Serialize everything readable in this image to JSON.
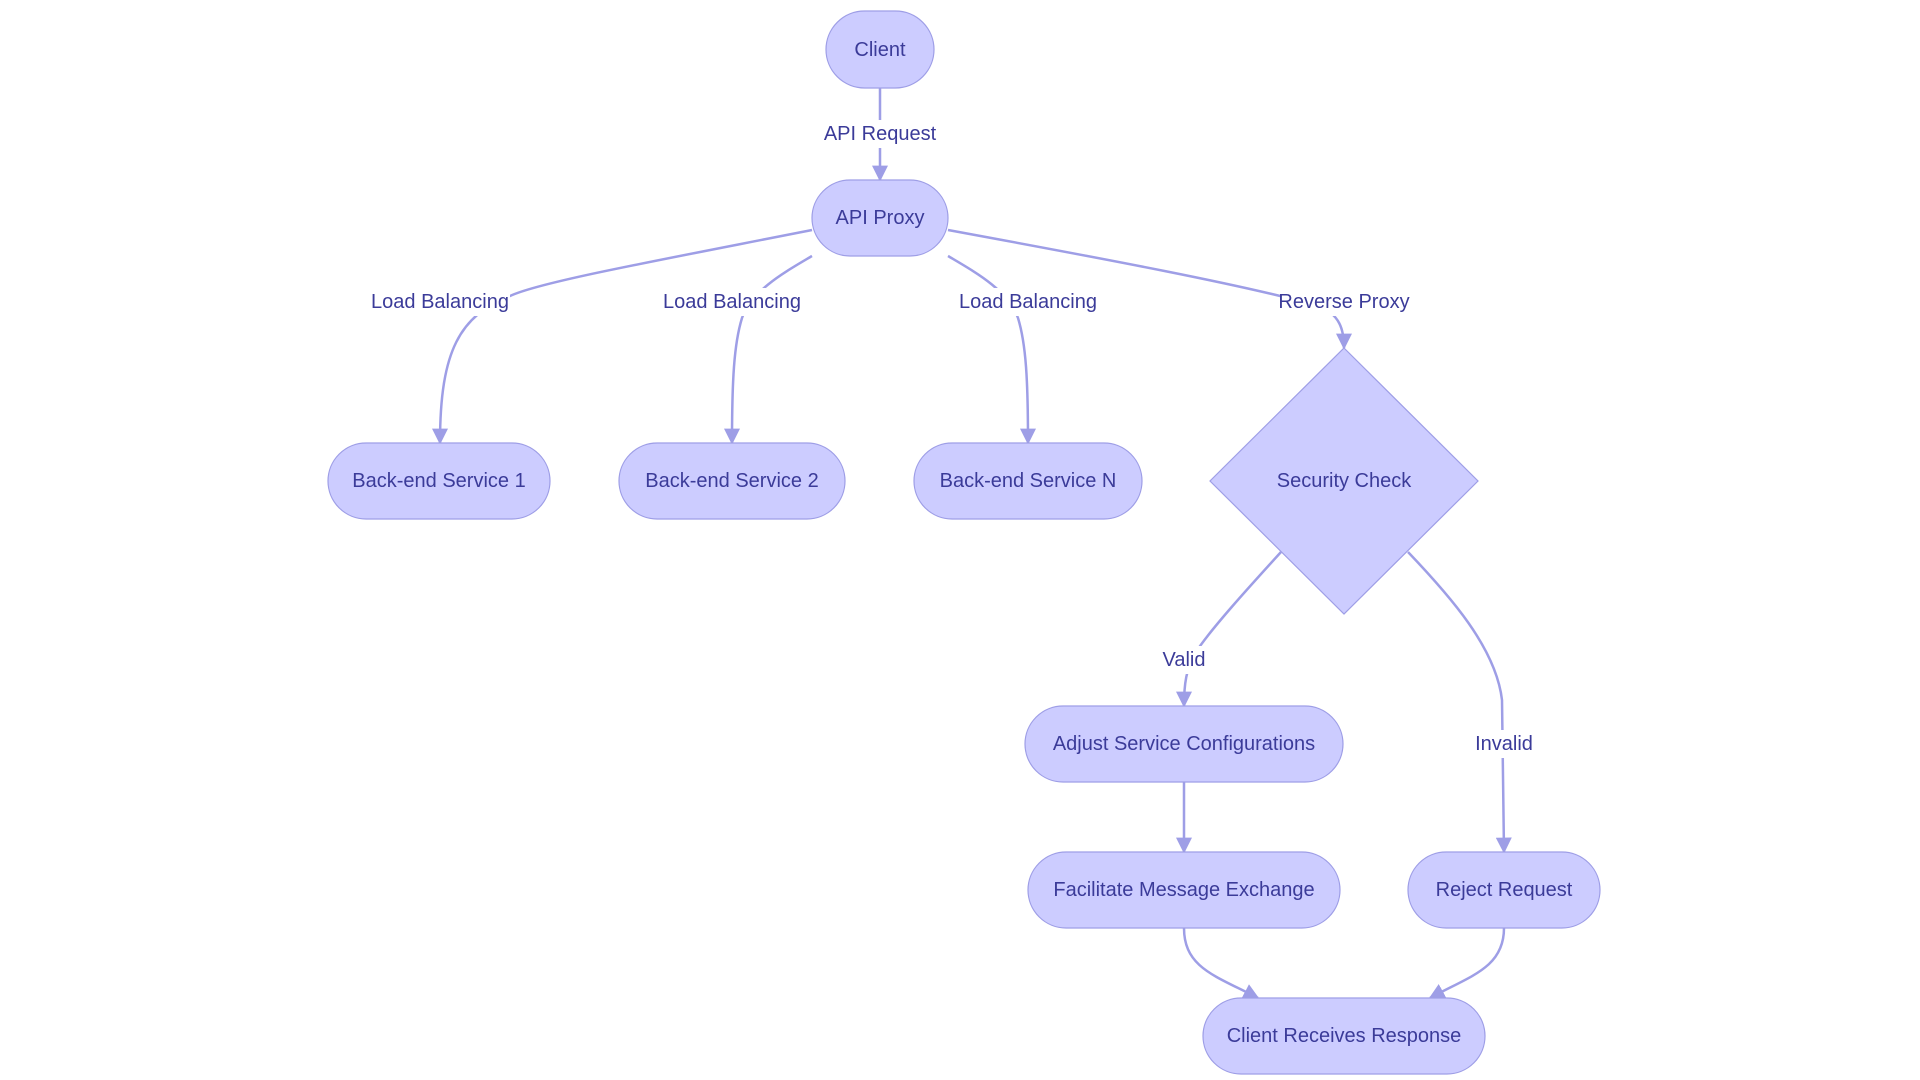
{
  "diagram": {
    "colors": {
      "node_fill": "#ccccff",
      "node_stroke": "#9e9ee6",
      "edge": "#9e9ee6",
      "text": "#3b3b99"
    },
    "nodes": {
      "client": {
        "label": "Client",
        "shape": "pill"
      },
      "api_proxy": {
        "label": "API Proxy",
        "shape": "pill"
      },
      "backend_1": {
        "label": "Back-end Service 1",
        "shape": "pill"
      },
      "backend_2": {
        "label": "Back-end Service 2",
        "shape": "pill"
      },
      "backend_n": {
        "label": "Back-end Service N",
        "shape": "pill"
      },
      "security_check": {
        "label": "Security Check",
        "shape": "diamond"
      },
      "adjust_config": {
        "label": "Adjust Service Configurations",
        "shape": "pill"
      },
      "facilitate_exchange": {
        "label": "Facilitate Message Exchange",
        "shape": "pill"
      },
      "reject_request": {
        "label": "Reject Request",
        "shape": "pill"
      },
      "client_response": {
        "label": "Client Receives Response",
        "shape": "pill"
      }
    },
    "edges": {
      "client_to_proxy": {
        "from": "client",
        "to": "api_proxy",
        "label": "API Request"
      },
      "proxy_to_backend_1": {
        "from": "api_proxy",
        "to": "backend_1",
        "label": "Load Balancing"
      },
      "proxy_to_backend_2": {
        "from": "api_proxy",
        "to": "backend_2",
        "label": "Load Balancing"
      },
      "proxy_to_backend_n": {
        "from": "api_proxy",
        "to": "backend_n",
        "label": "Load Balancing"
      },
      "proxy_to_security": {
        "from": "api_proxy",
        "to": "security_check",
        "label": "Reverse Proxy"
      },
      "security_to_adjust": {
        "from": "security_check",
        "to": "adjust_config",
        "label": "Valid"
      },
      "security_to_reject": {
        "from": "security_check",
        "to": "reject_request",
        "label": "Invalid"
      },
      "adjust_to_facilitate": {
        "from": "adjust_config",
        "to": "facilitate_exchange",
        "label": ""
      },
      "facilitate_to_response": {
        "from": "facilitate_exchange",
        "to": "client_response",
        "label": ""
      },
      "reject_to_response": {
        "from": "reject_request",
        "to": "client_response",
        "label": ""
      }
    }
  }
}
